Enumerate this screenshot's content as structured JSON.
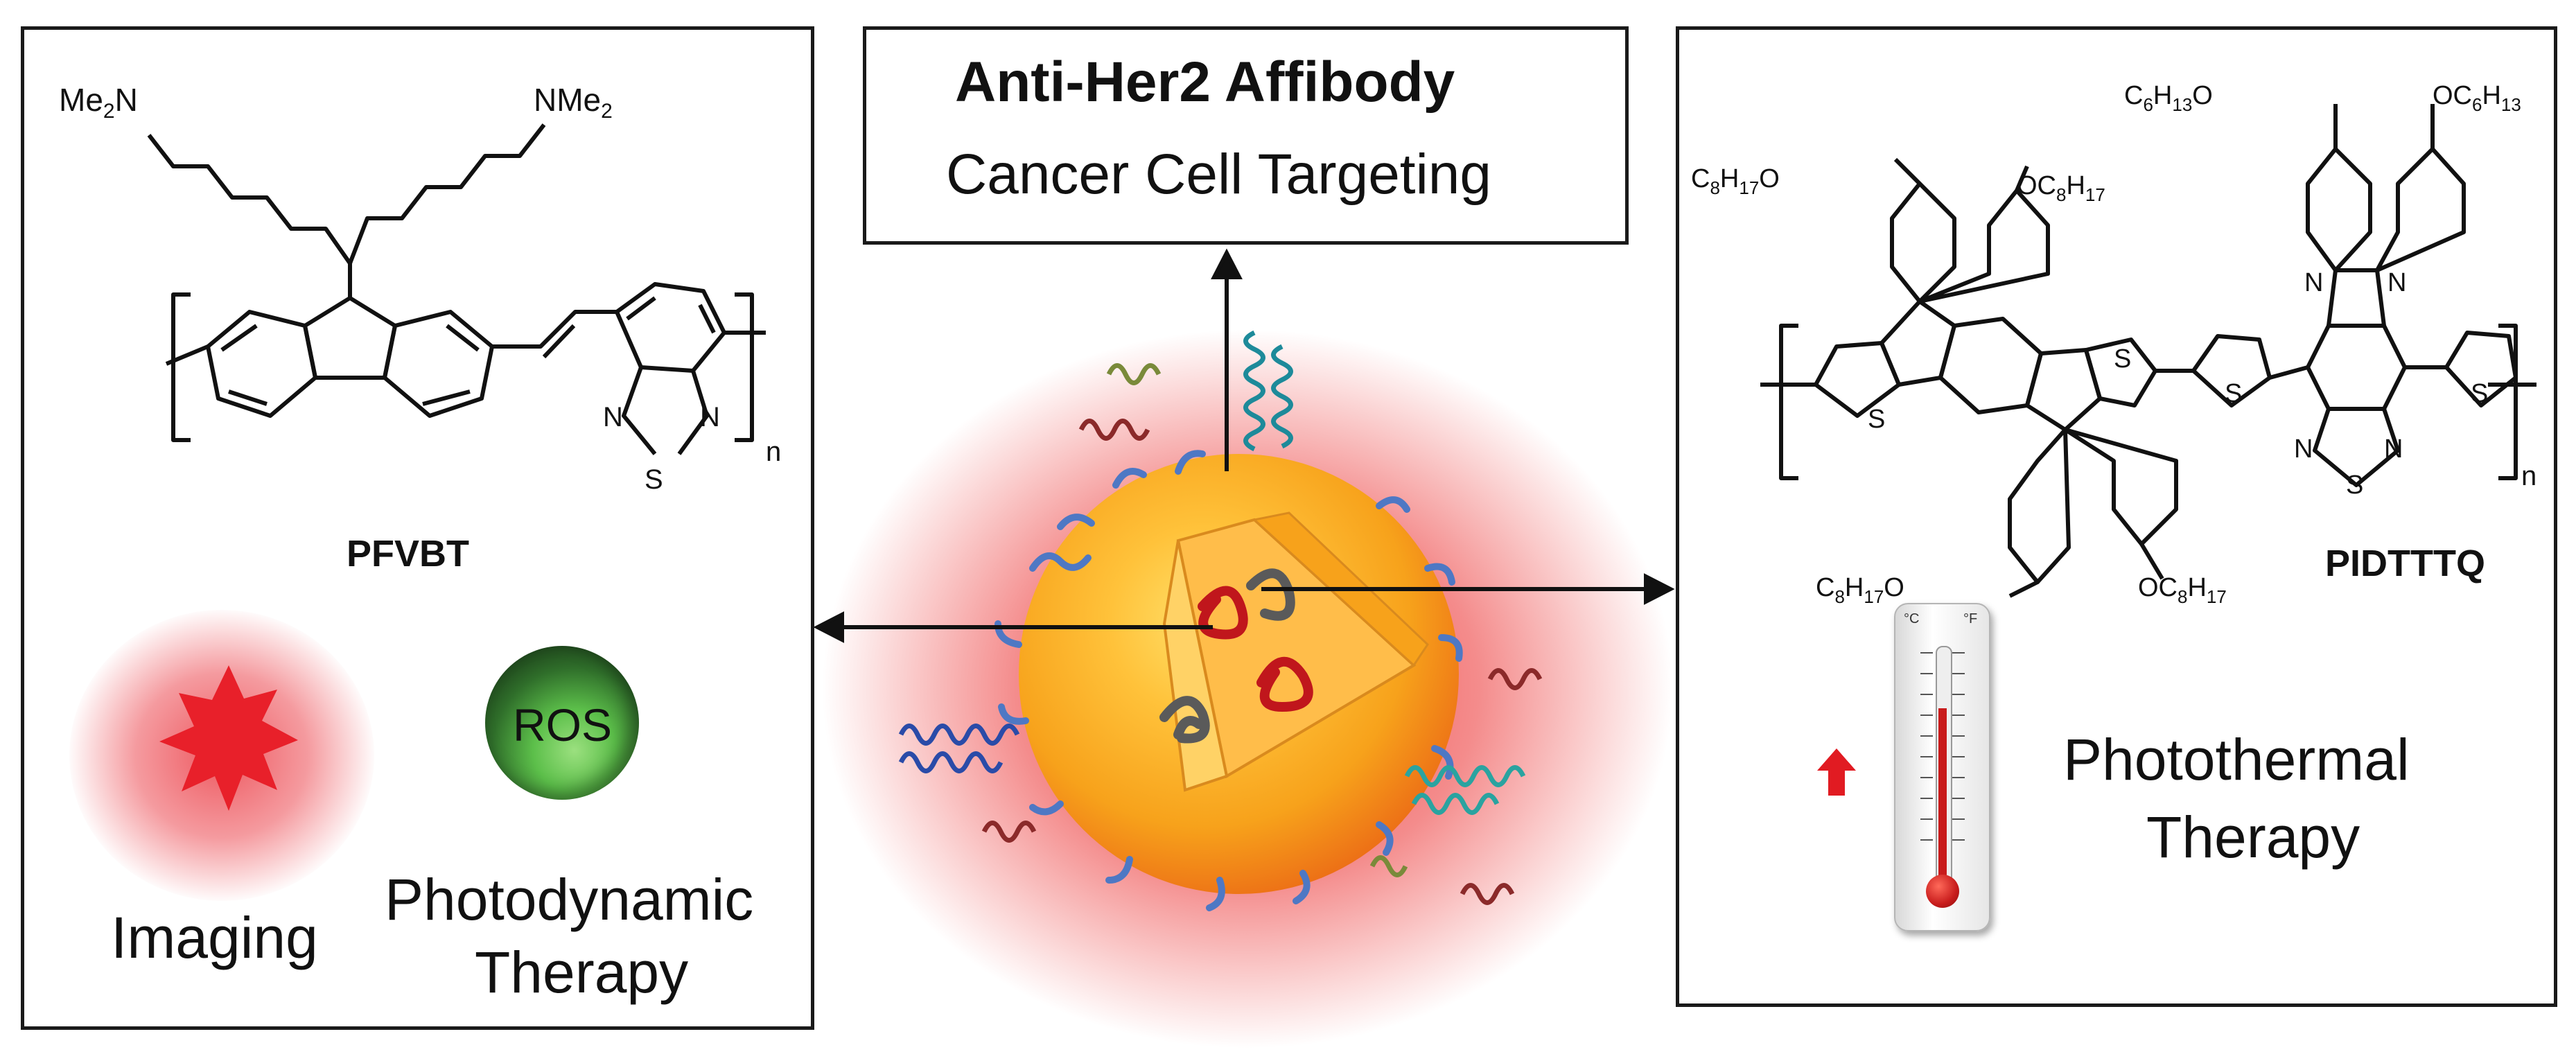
{
  "targeting": {
    "title": "Anti-Her2 Affibody",
    "subtitle": "Cancer Cell Targeting"
  },
  "left_panel": {
    "polymer_name": "PFVBT",
    "substituent_left": "Me2N",
    "substituent_right": "NMe2",
    "repeat_n": "n",
    "ros_label": "ROS",
    "imaging_label": "Imaging",
    "pdt_line1": "Photodynamic",
    "pdt_line2": "Therapy"
  },
  "right_panel": {
    "polymer_name": "PIDTTTQ",
    "repeat_n": "n",
    "substituents": [
      "C6H13O",
      "OC6H13",
      "C8H17O",
      "OC8H17",
      "C8H17O",
      "OC8H17"
    ],
    "ptt_line1": "Photothermal",
    "ptt_line2": "Therapy",
    "thermometer_units": [
      "°C",
      "°F"
    ]
  },
  "colors": {
    "frame": "#1a1a1a",
    "imaging_red": "#e8202a",
    "ros_green": "#5cbf4a",
    "nanoparticle_core": "#f7a21b",
    "heat_arrow": "#e11b22"
  }
}
